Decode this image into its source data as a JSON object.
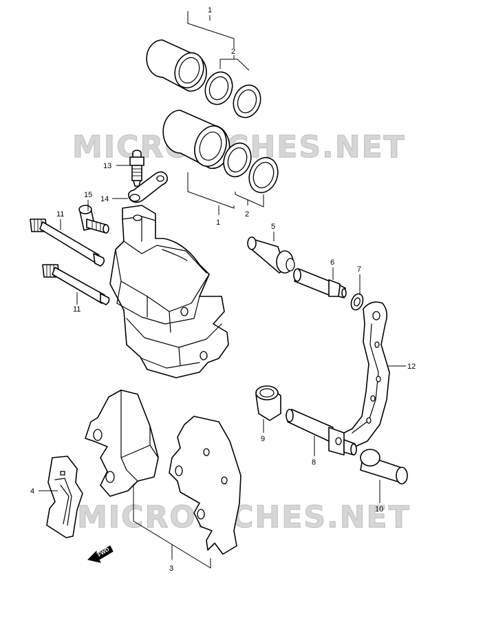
{
  "watermark": {
    "text": "MICROFICHES.NET"
  },
  "fwd_label": "FWD",
  "callouts": [
    {
      "id": "callout-1-top",
      "label": "1"
    },
    {
      "id": "callout-2-top",
      "label": "2"
    },
    {
      "id": "callout-13",
      "label": "13"
    },
    {
      "id": "callout-14",
      "label": "14"
    },
    {
      "id": "callout-15",
      "label": "15"
    },
    {
      "id": "callout-11-upper",
      "label": "11"
    },
    {
      "id": "callout-11-lower",
      "label": "11"
    },
    {
      "id": "callout-2-bottom",
      "label": "2"
    },
    {
      "id": "callout-1-bottom",
      "label": "1"
    },
    {
      "id": "callout-5",
      "label": "5"
    },
    {
      "id": "callout-6",
      "label": "6"
    },
    {
      "id": "callout-7",
      "label": "7"
    },
    {
      "id": "callout-12",
      "label": "12"
    },
    {
      "id": "callout-9",
      "label": "9"
    },
    {
      "id": "callout-8",
      "label": "8"
    },
    {
      "id": "callout-10",
      "label": "10"
    },
    {
      "id": "callout-4",
      "label": "4"
    },
    {
      "id": "callout-3",
      "label": "3"
    }
  ]
}
